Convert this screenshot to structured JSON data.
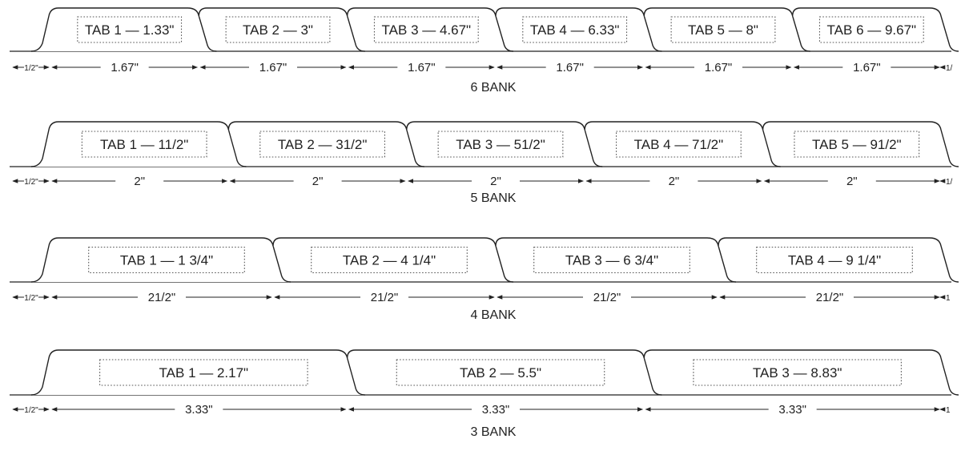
{
  "banks": [
    {
      "label": "6 BANK",
      "tabs": [
        "TAB 1 — 1.33\"",
        "TAB 2 — 3\"",
        "TAB 3 — 4.67\"",
        "TAB 4 — 6.33\"",
        "TAB 5 — 8\"",
        "TAB 6 — 9.67\""
      ],
      "spacing_label": "1.67\"",
      "lead_label": "1/2\"",
      "trail_label": "1/"
    },
    {
      "label": "5 BANK",
      "tabs": [
        "TAB 1 — 11/2\"",
        "TAB 2 — 31/2\"",
        "TAB 3 — 51/2\"",
        "TAB 4 — 71/2\"",
        "TAB 5 — 91/2\""
      ],
      "spacing_label": "2\"",
      "lead_label": "1/2\"",
      "trail_label": "1/"
    },
    {
      "label": "4 BANK",
      "tabs": [
        "TAB 1 — 1 3/4\"",
        "TAB 2 — 4 1/4\"",
        "TAB 3 — 6 3/4\"",
        "TAB 4 — 9 1/4\""
      ],
      "spacing_label": "21/2\"",
      "lead_label": "1/2\"",
      "trail_label": "1"
    },
    {
      "label": "3 BANK",
      "tabs": [
        "TAB 1 — 2.17\"",
        "TAB 2 — 5.5\"",
        "TAB 3 — 8.83\""
      ],
      "spacing_label": "3.33\"",
      "lead_label": "1/2\"",
      "trail_label": "1"
    }
  ]
}
